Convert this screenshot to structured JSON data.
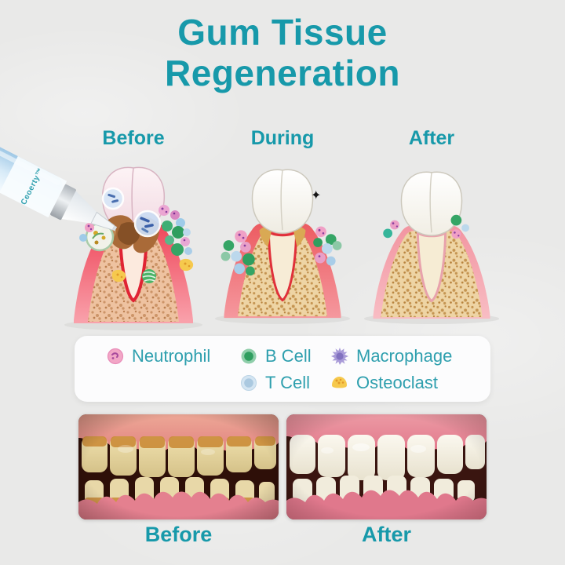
{
  "title": {
    "line1": "Gum Tissue",
    "line2": "Regeneration"
  },
  "stages": [
    {
      "label": "Before"
    },
    {
      "label": "During"
    },
    {
      "label": "After"
    }
  ],
  "pen": {
    "brand": "Ceoerty™"
  },
  "icons": {
    "sparkle": "✦"
  },
  "legend": {
    "items": [
      {
        "id": "neutrophil",
        "label": "Neutrophil",
        "color": "#f2a6c6"
      },
      {
        "id": "b-cell",
        "label": "B Cell",
        "color": "#2f9e5f"
      },
      {
        "id": "macrophage",
        "label": "Macrophage",
        "color": "#a99bd8"
      },
      {
        "id": "t-cell",
        "label": "T Cell",
        "color": "#c3dbee"
      },
      {
        "id": "osteoclast",
        "label": "Osteoclast",
        "color": "#f6c94d"
      }
    ]
  },
  "comparison": {
    "before_label": "Before",
    "after_label": "After"
  },
  "colors": {
    "accent_teal": "#1799aa",
    "legend_text": "#2e9fae",
    "background": "#e9e9e8",
    "gum_inflamed_red": "#ee4356",
    "gum_healing_salmon": "#ec5a60",
    "gum_healthy_pink": "#f294a0",
    "bone_tan": "#eed4a4",
    "plaque_brown": "#9c5f33"
  }
}
